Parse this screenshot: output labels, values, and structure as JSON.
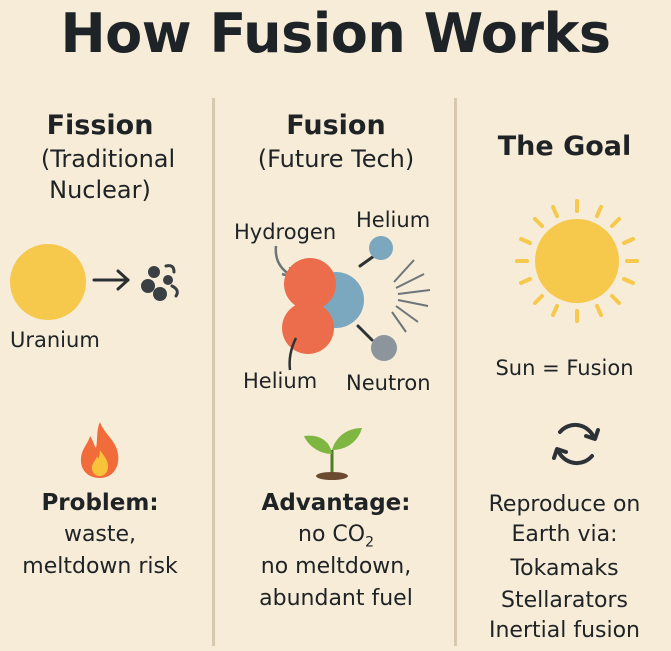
{
  "title": "How Fusion Works",
  "fission": {
    "heading": "Fission",
    "subtitle_line1": "(Traditional",
    "subtitle_line2": "Nuclear)",
    "uranium_label": "Uranium",
    "problem_heading": "Problem:",
    "problem_line1": "waste,",
    "problem_line2": "meltdown risk",
    "icons": [
      "uranium-atom-icon",
      "arrow-right-icon",
      "fragments-icon",
      "fire-icon"
    ]
  },
  "fusion": {
    "heading": "Fusion",
    "subtitle": "(Future Tech)",
    "label_hydrogen": "Hydrogen",
    "label_helium_top": "Helium",
    "label_helium_bottom": "Helium",
    "label_neutron": "Neutron",
    "advantage_heading": "Advantage:",
    "advantage_line1": "no CO",
    "advantage_line1_sub": "2",
    "advantage_line2": "no meltdown,",
    "advantage_line3": "abundant fuel",
    "icons": [
      "fusion-nucleus-icon",
      "sprout-icon"
    ]
  },
  "goal": {
    "heading": "The Goal",
    "sun_label": "Sun = Fusion",
    "reproduce_line1": "Reproduce on",
    "reproduce_line2": "Earth via:",
    "methods": [
      "Tokamaks",
      "Stellarators",
      "Inertial fusion"
    ],
    "icons": [
      "sun-icon",
      "cycle-icon"
    ]
  },
  "colors": {
    "background": "#f6ecd7",
    "text": "#1f2326",
    "sun_yellow": "#f6c84c",
    "proton_orange": "#ec6d4b",
    "helium_blue": "#7ba7bf",
    "neutron_gray": "#8c959b",
    "fire_orange": "#f26b3a",
    "sprout_green": "#7fb641"
  }
}
